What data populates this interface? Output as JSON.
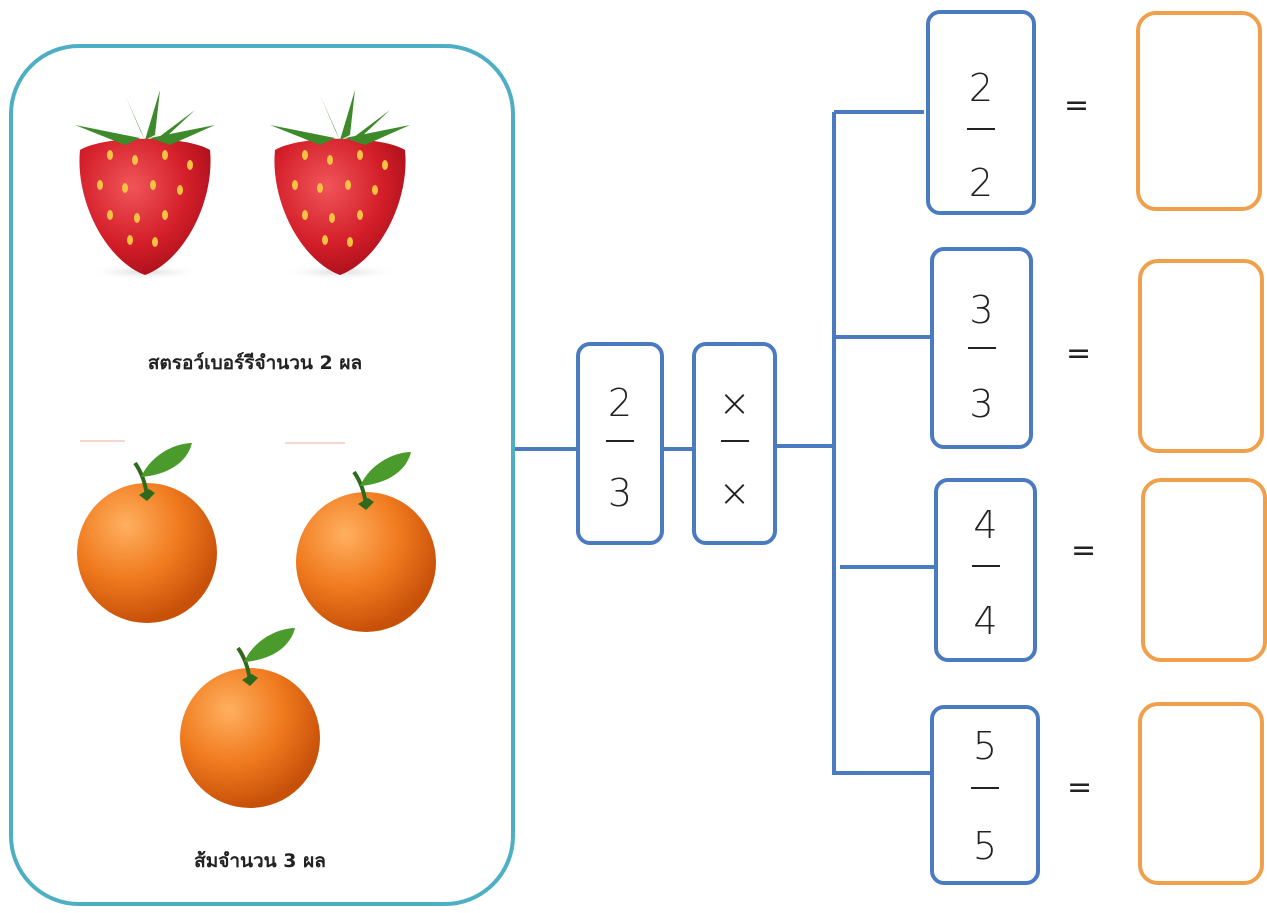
{
  "left_panel": {
    "strawberry_caption": "สตรอว์เบอร์รีจำนวน 2 ผล",
    "orange_caption": "ส้มจำนวน 3 ผล"
  },
  "main_fraction": {
    "numerator": "2",
    "denominator": "3"
  },
  "multiplier": {
    "numerator": "×",
    "denominator": "×"
  },
  "equivalents": [
    {
      "numerator": "2",
      "denominator": "2",
      "equals": "="
    },
    {
      "numerator": "3",
      "denominator": "3",
      "equals": "="
    },
    {
      "numerator": "4",
      "denominator": "4",
      "equals": "="
    },
    {
      "numerator": "5",
      "denominator": "5",
      "equals": "="
    }
  ],
  "colors": {
    "panel_border": "#4eafc4",
    "box_border": "#4a7abf",
    "answer_border": "#f0a04b",
    "connector": "#4a7abf"
  },
  "icons": [
    "strawberry-icon",
    "strawberry-icon",
    "orange-icon",
    "orange-icon",
    "orange-icon"
  ]
}
